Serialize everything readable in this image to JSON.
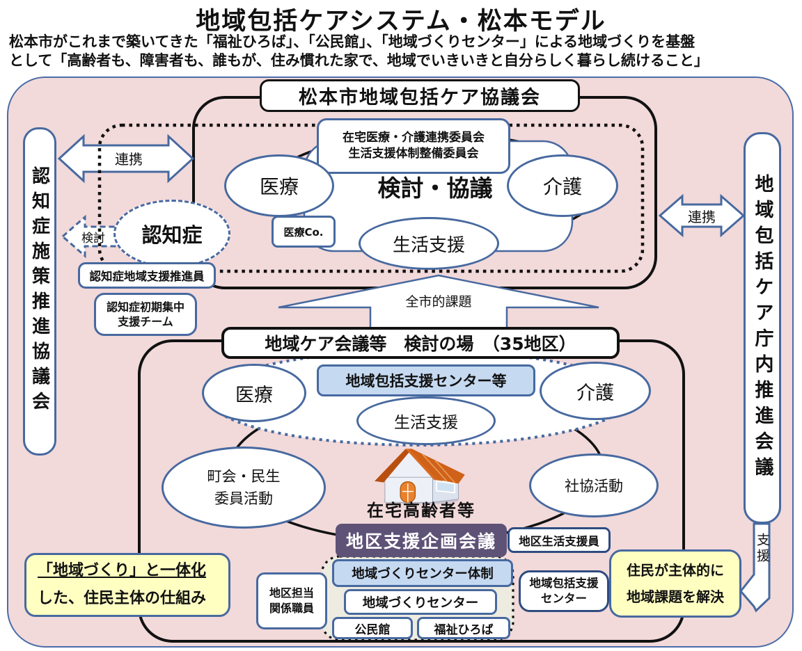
{
  "page": {
    "title": "地域包括ケアシステム・松本モデル",
    "subtitle_line1": "松本市がこれまで築いてきた「福祉ひろば」、「公民館」、「地域づくりセンター」による地域づくりを基盤",
    "subtitle_line2": "として「高齢者も、障害者も、誰もが、住み慣れた家で、地域でいきいきと自分らしく暮らし続けること」"
  },
  "side_panels": {
    "left": "認知症施策推進協議会",
    "right": "地域包括ケア庁内推進会議"
  },
  "arrows": {
    "renkei_left": "連携",
    "renkei_right": "連携",
    "kento": "検討",
    "citywide_issues": "全市的課題",
    "shien": "支援"
  },
  "top_section": {
    "council_title": "松本市地域包括ケア協議会",
    "committees_line1": "在宅医療・介護連携委員会",
    "committees_line2": "生活支援体制整備委員会",
    "discussion": "検討・協議",
    "medical": "医療",
    "care": "介護",
    "life_support": "生活支援",
    "medical_co": "医療Co.",
    "dementia": "認知症",
    "dementia_promoter": "認知症地域支援推進員",
    "dementia_team_line1": "認知症初期集中",
    "dementia_team_line2": "支援チーム"
  },
  "bottom_section": {
    "title": "地域ケア会議等　検討の場　（35地区）",
    "medical": "医療",
    "care": "介護",
    "support_center": "地域包括支援センター等",
    "life_support": "生活支援",
    "neighborhood_line1": "町会・民生",
    "neighborhood_line2": "委員活動",
    "shakyo": "社協活動",
    "elderly_at_home": "在宅高齢者等",
    "planning_meeting": "地区支援企画会議",
    "district_life_supporter": "地区生活支援員",
    "center_system": "地域づくりセンター体制",
    "community_center": "地域づくりセンター",
    "kominkan": "公民館",
    "fukushi_hiroba": "福祉ひろば",
    "district_staff_line1": "地区担当",
    "district_staff_line2": "関係職員",
    "houkatsu_center_line1": "地域包括支援",
    "houkatsu_center_line2": "センター"
  },
  "notes": {
    "left_line1": "「地域づくり」と一体化",
    "left_line2": "した、住民主体の仕組み",
    "right_line1": "住民が主体的に",
    "right_line2": "地域課題を解決"
  },
  "icons": {
    "house": "house-icon"
  },
  "colors": {
    "accent_blue": "#47699f",
    "panel_pink": "#f2d9da",
    "light_blue": "#c5d9f1",
    "note_yellow": "#ffffc2",
    "purple": "#5e5277",
    "beige": "#eeece1",
    "roof_orange": "#cf6118"
  }
}
